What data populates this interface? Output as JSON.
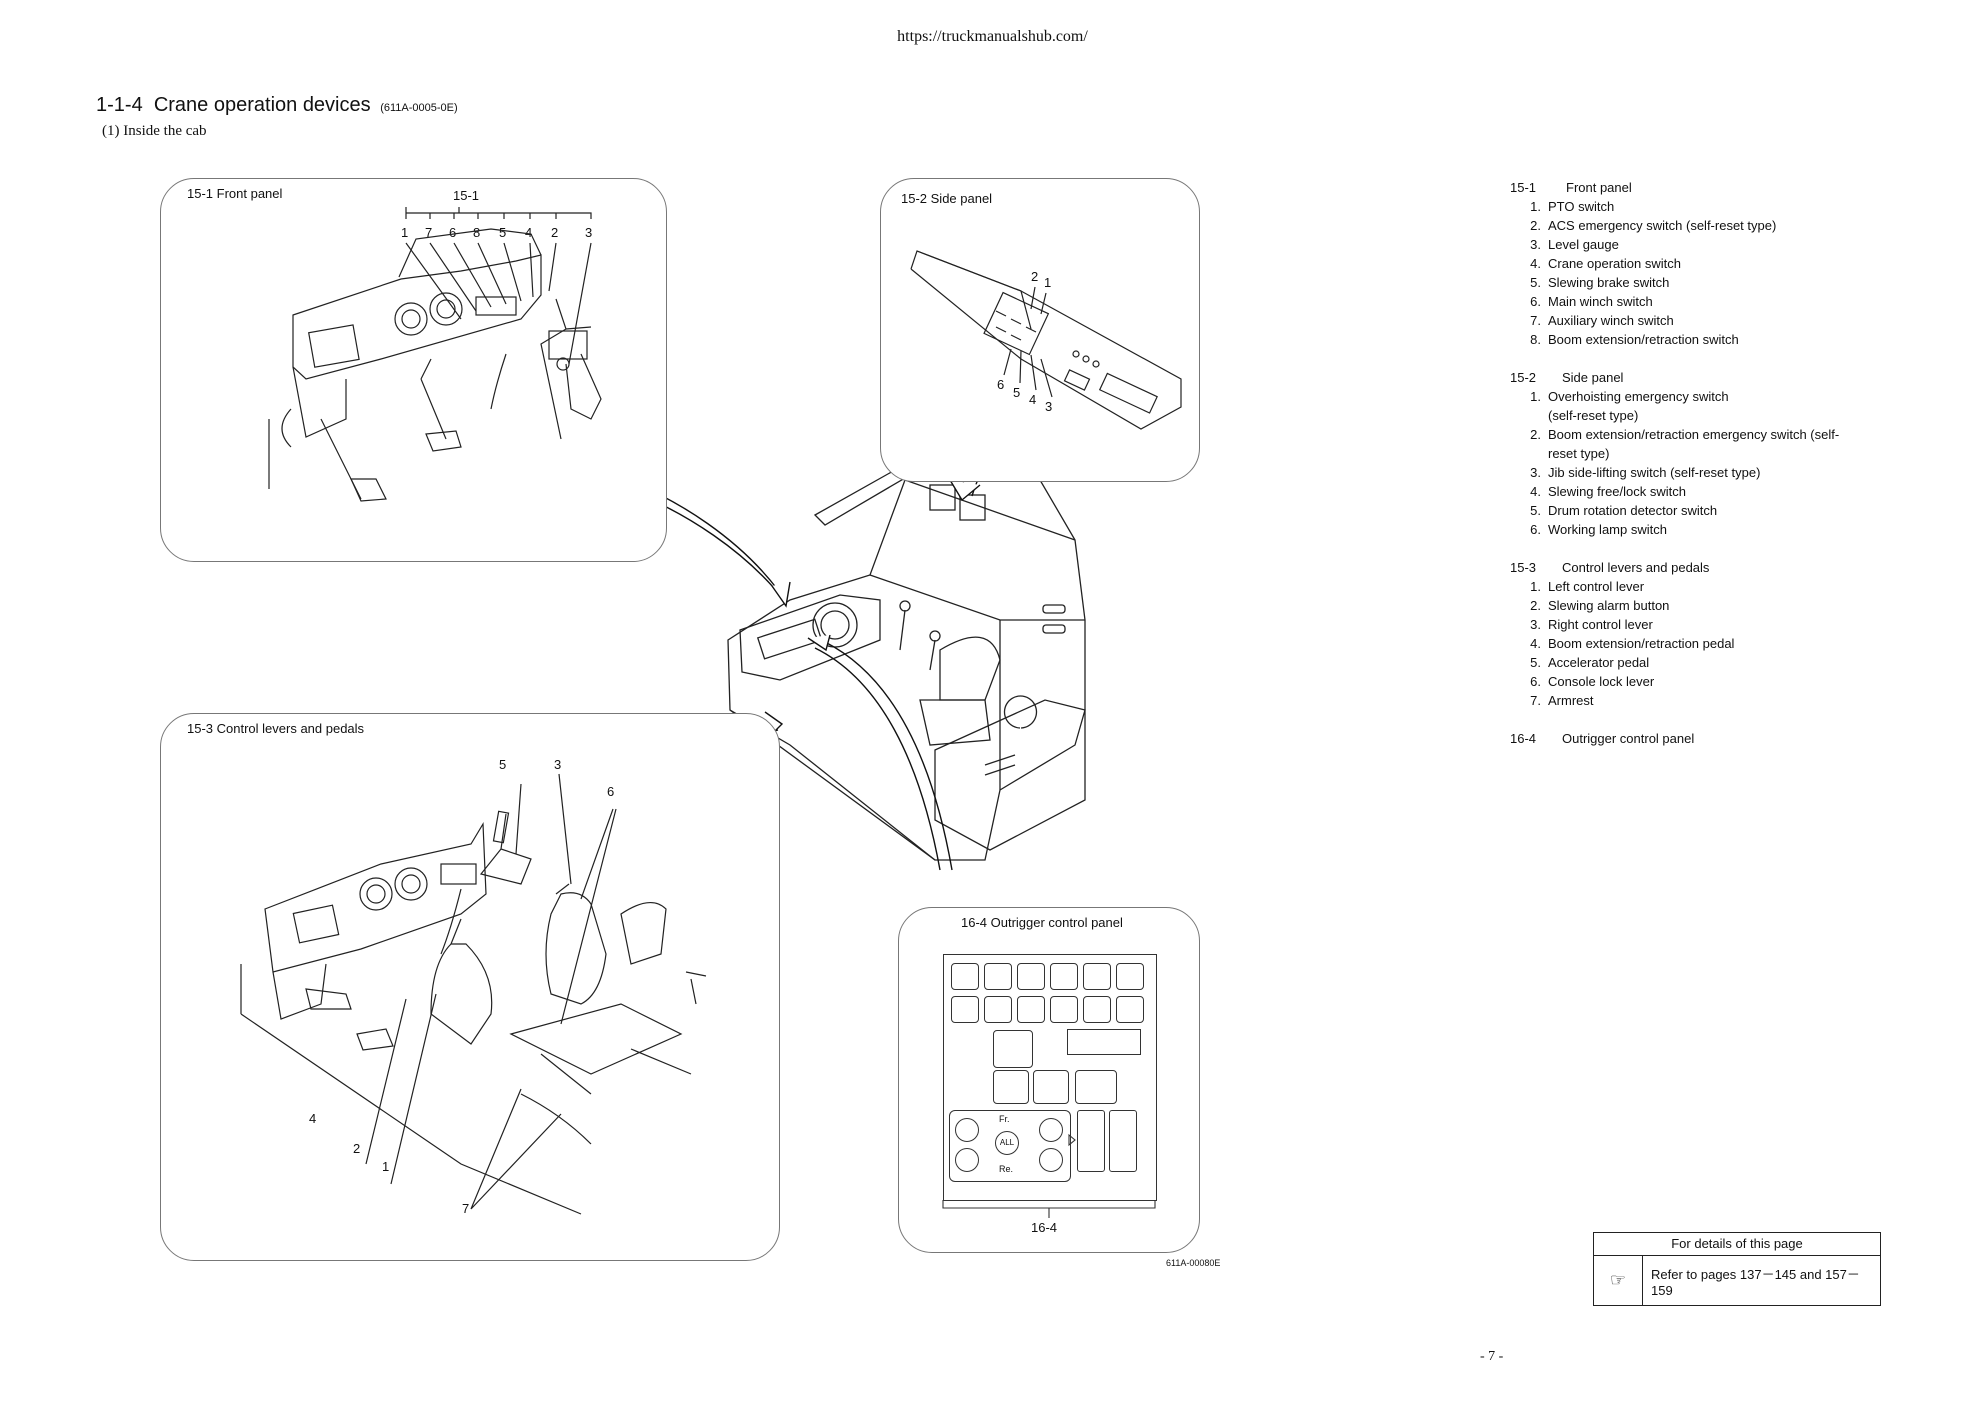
{
  "header": {
    "url": "https://truckmanualshub.com/"
  },
  "section": {
    "number": "1-1-4",
    "title": "Crane operation devices",
    "code": "(611A-0005-0E)",
    "subtitle": "(1) Inside the cab"
  },
  "figure": {
    "code": "611A-00080E",
    "panels": {
      "front": {
        "label": "15-1   Front panel",
        "group": "15-1",
        "callouts": [
          "1",
          "7",
          "6",
          "8",
          "5",
          "4",
          "2",
          "3"
        ]
      },
      "side": {
        "label": "15-2   Side panel",
        "callouts_top": [
          "2",
          "1"
        ],
        "callouts_bottom": [
          "6",
          "5",
          "4",
          "3"
        ]
      },
      "levers": {
        "label": "15-3   Control levers and pedals",
        "callouts": [
          "5",
          "3",
          "6",
          "4",
          "2",
          "1",
          "7"
        ]
      },
      "outrigger": {
        "label": "16-4   Outrigger control panel",
        "group": "16-4",
        "btn_fr": "Fr.",
        "btn_all": "ALL",
        "btn_re": "Re."
      }
    }
  },
  "legend": [
    {
      "id": "15-1",
      "title": "Front panel",
      "items": [
        {
          "n": "1.",
          "t": "PTO switch"
        },
        {
          "n": "2.",
          "t": "ACS emergency switch (self-reset type)"
        },
        {
          "n": "3.",
          "t": "Level gauge"
        },
        {
          "n": "4.",
          "t": "Crane operation switch"
        },
        {
          "n": "5.",
          "t": "Slewing brake switch"
        },
        {
          "n": "6.",
          "t": "Main winch switch"
        },
        {
          "n": "7.",
          "t": "Auxiliary winch switch"
        },
        {
          "n": "8.",
          "t": "Boom extension/retraction switch"
        }
      ]
    },
    {
      "id": "15-2",
      "title": "Side panel",
      "items": [
        {
          "n": "1.",
          "t": "Overhoisting emergency switch (self-reset type)"
        },
        {
          "n": "2.",
          "t": "Boom extension/retraction emergency switch (self-reset type)"
        },
        {
          "n": "3.",
          "t": "Jib side-lifting switch (self-reset type)"
        },
        {
          "n": "4.",
          "t": "Slewing free/lock switch"
        },
        {
          "n": "5.",
          "t": "Drum rotation detector switch"
        },
        {
          "n": "6.",
          "t": "Working lamp switch"
        }
      ]
    },
    {
      "id": "15-3",
      "title": "Control levers and pedals",
      "items": [
        {
          "n": "1.",
          "t": "Left control lever"
        },
        {
          "n": "2.",
          "t": "Slewing alarm button"
        },
        {
          "n": "3.",
          "t": "Right control lever"
        },
        {
          "n": "4.",
          "t": "Boom extension/retraction pedal"
        },
        {
          "n": "5.",
          "t": "Accelerator pedal"
        },
        {
          "n": "6.",
          "t": "Console lock lever"
        },
        {
          "n": "7.",
          "t": "Armrest"
        }
      ]
    },
    {
      "id": "16-4",
      "title": "Outrigger control panel",
      "items": []
    }
  ],
  "reference": {
    "heading": "For details of this page",
    "icon": "pointing-hand-icon",
    "text": "Refer to pages 137－145 and  157－159"
  },
  "footer": {
    "page": "- 7 -"
  }
}
